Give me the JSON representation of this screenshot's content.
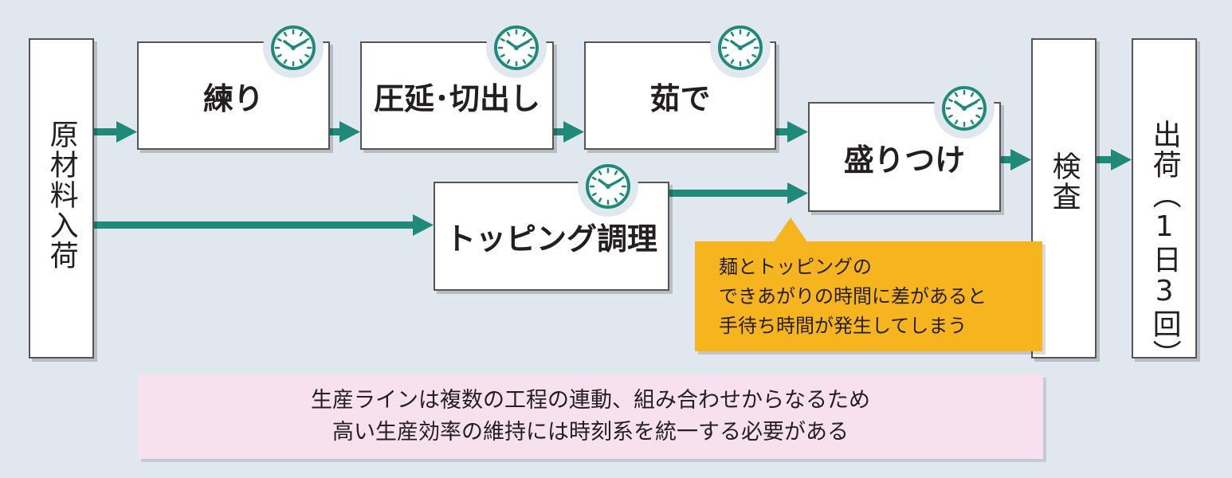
{
  "diagram": {
    "input": "原材料入荷",
    "steps": {
      "kneading": "練り",
      "rolling": "圧延･切出し",
      "boiling": "茹で",
      "plating": "盛りつけ",
      "topping": "トッピング調理",
      "inspection": "検査"
    },
    "shipping": "出荷（1日3回）",
    "callout": {
      "lines": [
        "麺とトッピングの",
        "できあがりの時間に差があると",
        "手待ち時間が発生してしまう"
      ]
    },
    "note": {
      "lines": [
        "生産ラインは複数の工程の連動、組み合わせからなるため",
        "高い生産効率の維持には時刻系を統一する必要がある"
      ]
    },
    "colors": {
      "arrow": "#1f8a7a",
      "clock": "#1f8a7a",
      "callout": "#f6b41e",
      "note": "#f8e1ee",
      "background": "#e1e7ee"
    },
    "icons": [
      "clock-icon"
    ]
  }
}
